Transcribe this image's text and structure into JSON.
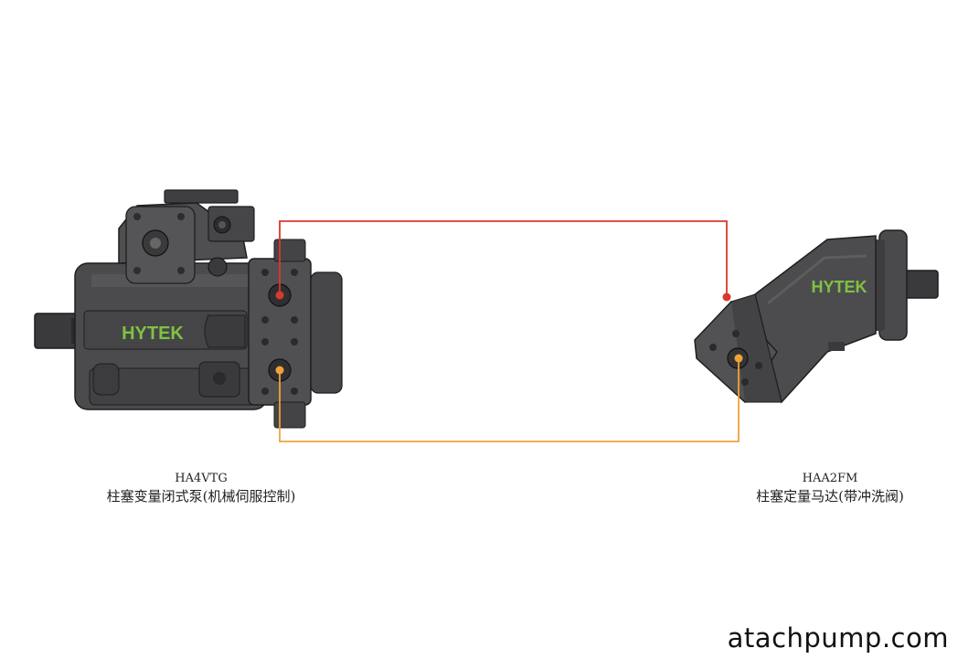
{
  "pump": {
    "brand": "HYTEK",
    "model": "HA4VTG",
    "description": "柱塞变量闭式泵(机械伺服控制)"
  },
  "motor": {
    "brand": "HYTEK",
    "model": "HAA2FM",
    "description": "柱塞定量马达(带冲洗阀)"
  },
  "watermark": "atachpump.com",
  "colors": {
    "line_a": "#d93a2b",
    "line_b": "#f0a23a",
    "brand_text": "#7fc241",
    "body": "#4a4a4c",
    "body_dark": "#2e2e30"
  }
}
